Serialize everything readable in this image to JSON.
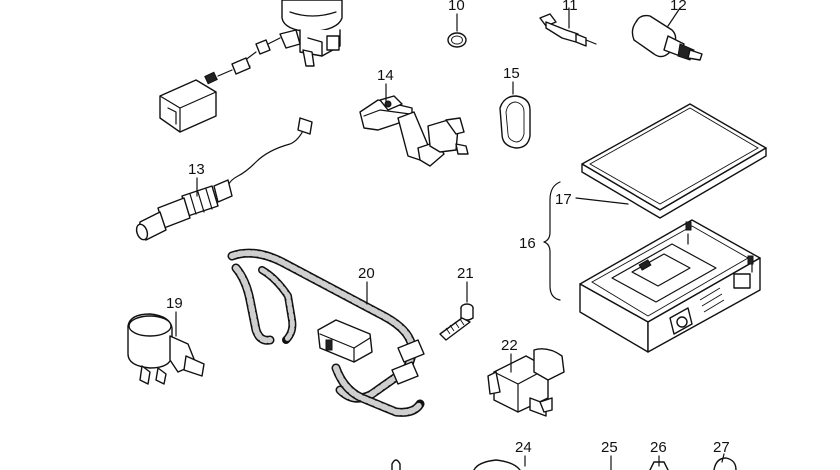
{
  "diagram": {
    "callouts": [
      {
        "id": "c10",
        "text": "10"
      },
      {
        "id": "c11",
        "text": "11"
      },
      {
        "id": "c12",
        "text": "12"
      },
      {
        "id": "c13",
        "text": "13"
      },
      {
        "id": "c14",
        "text": "14"
      },
      {
        "id": "c15",
        "text": "15"
      },
      {
        "id": "c16",
        "text": "16"
      },
      {
        "id": "c17",
        "text": "17"
      },
      {
        "id": "c19",
        "text": "19"
      },
      {
        "id": "c20",
        "text": "20"
      },
      {
        "id": "c21",
        "text": "21"
      },
      {
        "id": "c22",
        "text": "22"
      },
      {
        "id": "c24",
        "text": "24"
      },
      {
        "id": "c25",
        "text": "25"
      },
      {
        "id": "c26",
        "text": "26"
      },
      {
        "id": "c27",
        "text": "27"
      }
    ]
  }
}
